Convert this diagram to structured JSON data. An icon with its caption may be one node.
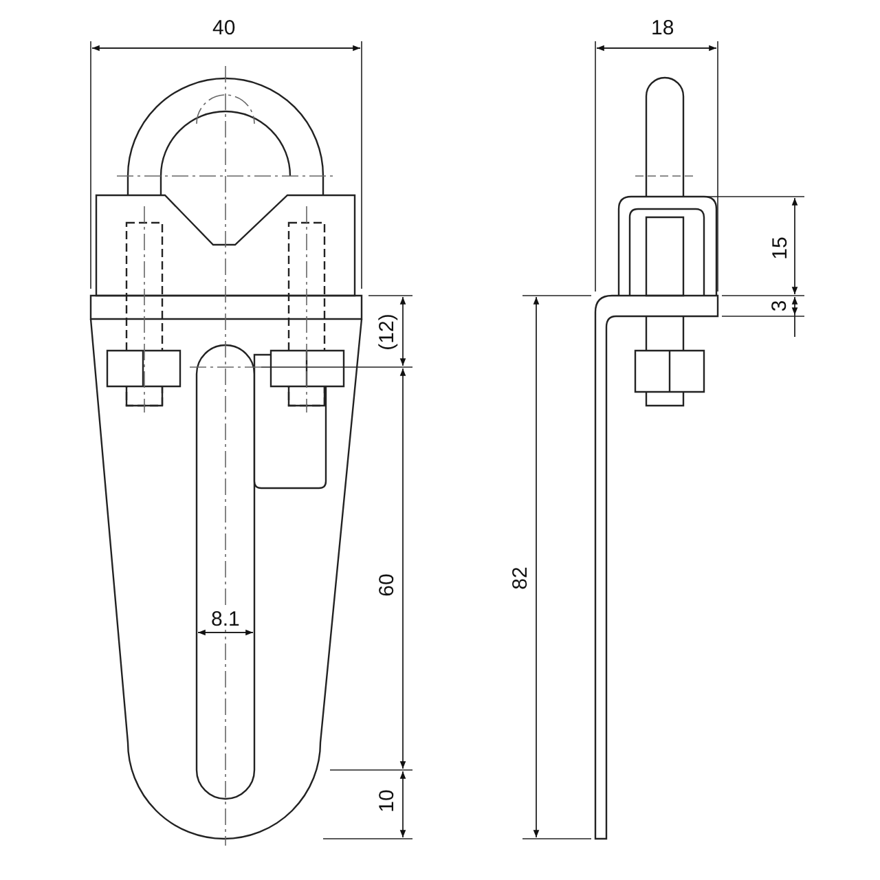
{
  "diagram": {
    "labels": [
      "40",
      "18",
      "15",
      "3",
      "(12)",
      "8.1",
      "60",
      "82",
      "10"
    ]
  }
}
